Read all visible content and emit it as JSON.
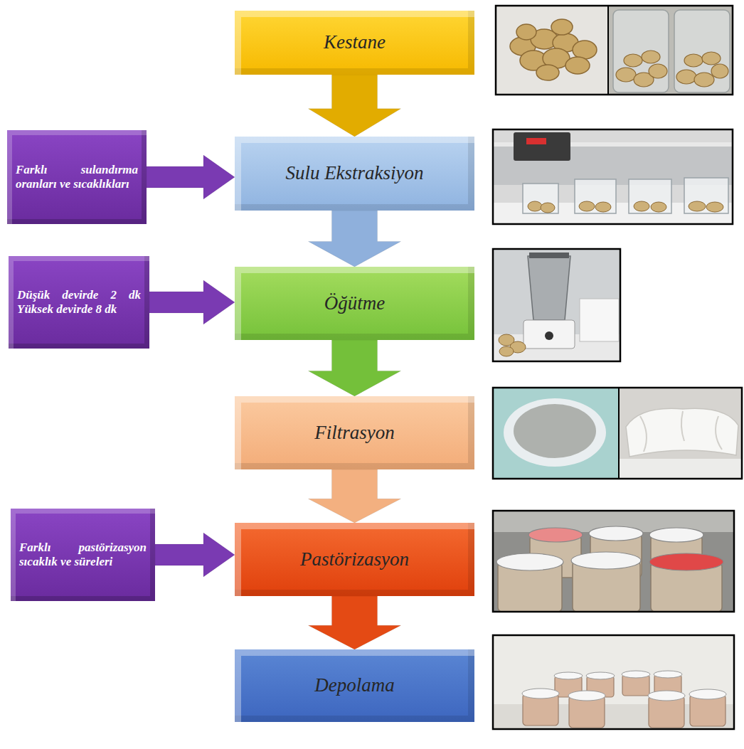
{
  "diagram": {
    "nodes": [
      {
        "text": [
          "Kestane"
        ]
      },
      {
        "text": [
          "Farklı sulandırma oranları ve sıcaklıkları"
        ]
      },
      {
        "text": [
          "Sulu Ekstraksiyon"
        ]
      },
      {
        "text": [
          "Düşük devirde 2 dk Yüksek devirde 8 dk"
        ]
      },
      {
        "text": [
          "Öğütme"
        ]
      },
      {
        "text": [
          "Filtrasyon"
        ]
      },
      {
        "text": [
          "Farklı pastörizasyon sıcaklık ve süreleri"
        ]
      },
      {
        "text": [
          "Pastörizasyon"
        ]
      },
      {
        "text": [
          "Depolama"
        ]
      }
    ],
    "edges": [
      {
        "from": 0,
        "to": 2,
        "arrow": "to"
      },
      {
        "from": 2,
        "to": 4,
        "arrow": "to"
      },
      {
        "from": 4,
        "to": 5,
        "arrow": "to"
      },
      {
        "from": 5,
        "to": 7,
        "arrow": "to"
      },
      {
        "from": 7,
        "to": 8,
        "arrow": "to"
      },
      {
        "from": 1,
        "to": 2,
        "arrow": "to"
      },
      {
        "from": 3,
        "to": 4,
        "arrow": "to"
      },
      {
        "from": 6,
        "to": 7,
        "arrow": "to"
      }
    ]
  }
}
